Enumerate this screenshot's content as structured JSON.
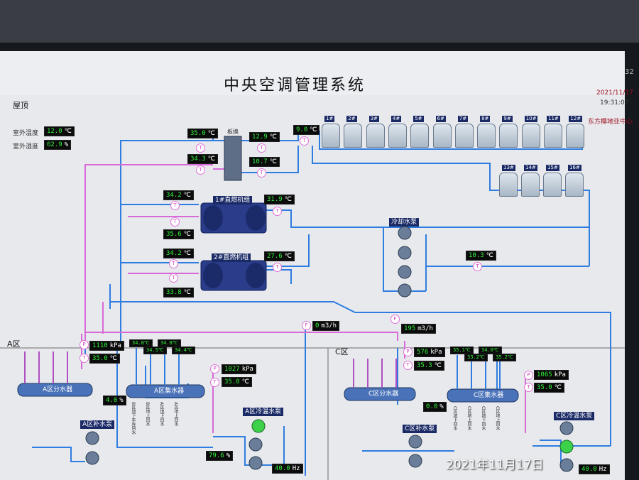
{
  "header": {
    "title": "中央空调管理系统",
    "date": "2021/11/17",
    "time": "19:31:07",
    "org": "东方椰地亚中心",
    "corner_num": "32"
  },
  "sections": {
    "roof": "屋顶",
    "a": "A区",
    "c": "C区"
  },
  "outdoor": {
    "temp_label": "室外温度",
    "temp": {
      "v": "12.0",
      "u": "℃"
    },
    "hum_label": "室外湿度",
    "hum": {
      "v": "62.9",
      "u": "%"
    }
  },
  "exchanger_label": "板换",
  "chiller1_label": "1#直燃机组",
  "chiller2_label": "2#直燃机组",
  "cooling_pump_label": "冷却水泵",
  "towers": [
    "1#",
    "2#",
    "3#",
    "4#",
    "5#",
    "6#",
    "7#",
    "8#",
    "9#",
    "10#",
    "11#",
    "12#",
    "13#",
    "14#",
    "15#",
    "16#"
  ],
  "roof_values": {
    "ex_in1": {
      "v": "35.0",
      "u": "℃"
    },
    "ex_in2": {
      "v": "34.3",
      "u": "℃"
    },
    "ex_out1": {
      "v": "12.9",
      "u": "℃"
    },
    "ex_out2": {
      "v": "10.7",
      "u": "℃"
    },
    "tower_in": {
      "v": "9.0",
      "u": "℃"
    },
    "c1_left1": {
      "v": "34.2",
      "u": "℃"
    },
    "c1_left2": {
      "v": "35.6",
      "u": "℃"
    },
    "c1_right": {
      "v": "31.9",
      "u": "℃"
    },
    "c2_left1": {
      "v": "34.2",
      "u": "℃"
    },
    "c2_left2": {
      "v": "33.8",
      "u": "℃"
    },
    "c2_right": {
      "v": "27.6",
      "u": "℃"
    },
    "cooling_ret": {
      "v": "10.3",
      "u": "℃"
    },
    "flow1": {
      "v": "0",
      "u": "m3/h"
    },
    "flow2": {
      "v": "195",
      "u": "m3/h"
    }
  },
  "area_a": {
    "dist_label": "A区分水器",
    "collect_label": "A区集水器",
    "makeup_pump_label": "A区补水泵",
    "hot_pump_label": "A区冷温水泵",
    "supply_press": {
      "v": "1110",
      "u": "kPa"
    },
    "supply_temp": {
      "v": "35.0",
      "u": "℃"
    },
    "valve_open": {
      "v": "4.0",
      "u": "%"
    },
    "branch_temps": [
      "34.8℃",
      "34.5℃",
      "34.8℃",
      "34.4℃"
    ],
    "return_press": {
      "v": "1027",
      "u": "kPa"
    },
    "return_temp": {
      "v": "35.0",
      "u": "℃"
    },
    "pump_pct": {
      "v": "79.6",
      "u": "%"
    },
    "pump_hz": {
      "v": "40.0",
      "u": "Hz"
    },
    "branches": [
      "B区地下车库回水",
      "B区地上回水",
      "A区地下回水",
      "A区地上回水"
    ]
  },
  "area_c": {
    "dist_label": "C区分水器",
    "collect_label": "C区集水器",
    "makeup_pump_label": "C区补水泵",
    "hot_pump_label": "C区冷温水泵",
    "supply_press": {
      "v": "576",
      "u": "kPa"
    },
    "supply_temp": {
      "v": "35.3",
      "u": "℃"
    },
    "valve_open": {
      "v": "0.0",
      "u": "%"
    },
    "branch_temps": [
      "35.1℃",
      "33.2℃",
      "34.0℃",
      "35.2℃"
    ],
    "return_press": {
      "v": "1065",
      "u": "kPa"
    },
    "return_temp": {
      "v": "35.0",
      "u": "℃"
    },
    "pump_hz": {
      "v": "40.0",
      "u": "Hz"
    },
    "branches": [
      "C区地下回水",
      "C区地上回水",
      "C区地下回水",
      "C区地上回水"
    ]
  },
  "photo_stamp": "2021年11月17日",
  "colors": {
    "cold_pipe": "#2f7de0",
    "hot_pipe": "#d86ad8",
    "value_text": "#31f23a",
    "label_bg": "#1a2a66"
  }
}
